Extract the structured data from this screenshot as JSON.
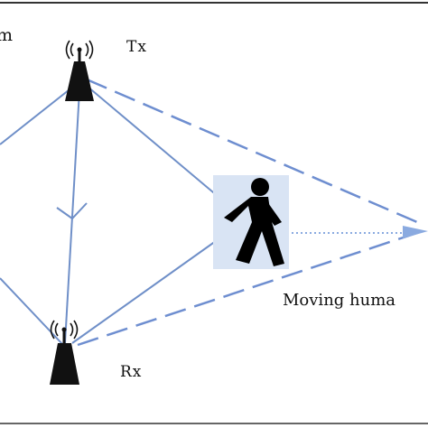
{
  "labels": {
    "tx": "Tx",
    "rx": "Rx",
    "partial_left": "m",
    "moving_human": "Moving huma"
  },
  "colors": {
    "path_line": "#6f8fc8",
    "dashed_path": "#6e8ed0",
    "motion_line": "#8aaae0",
    "human_panel": "#d9e4f4",
    "human_figure": "#000000",
    "antenna": "#111111",
    "frame": "#333333"
  },
  "icons": {
    "transmitter": "antenna-tower-icon",
    "receiver": "antenna-tower-icon",
    "human": "walking-person-icon",
    "direction": "arrow-icon"
  }
}
